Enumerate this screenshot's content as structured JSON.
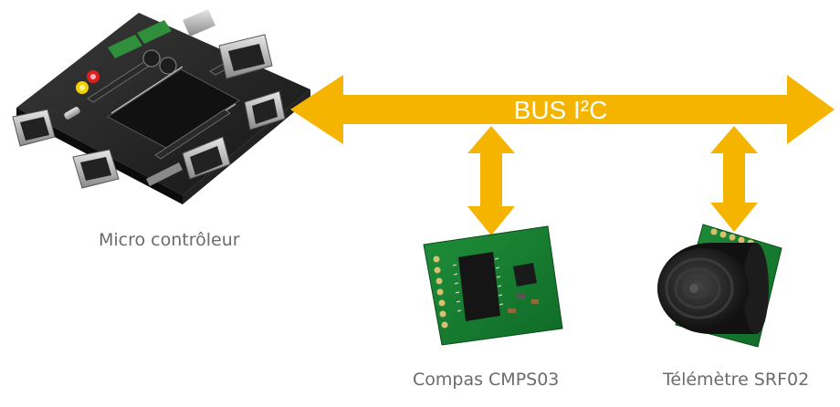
{
  "bus": {
    "label": "BUS I²C",
    "color": "#f5b400"
  },
  "devices": {
    "microcontroller": {
      "label": "Micro contrôleur",
      "icon": "microcontroller-board-icon"
    },
    "compass": {
      "label": "Compas CMPS03",
      "icon": "compass-module-icon"
    },
    "rangefinder": {
      "label": "Télémètre SRF02",
      "icon": "ultrasonic-rangefinder-icon"
    }
  }
}
